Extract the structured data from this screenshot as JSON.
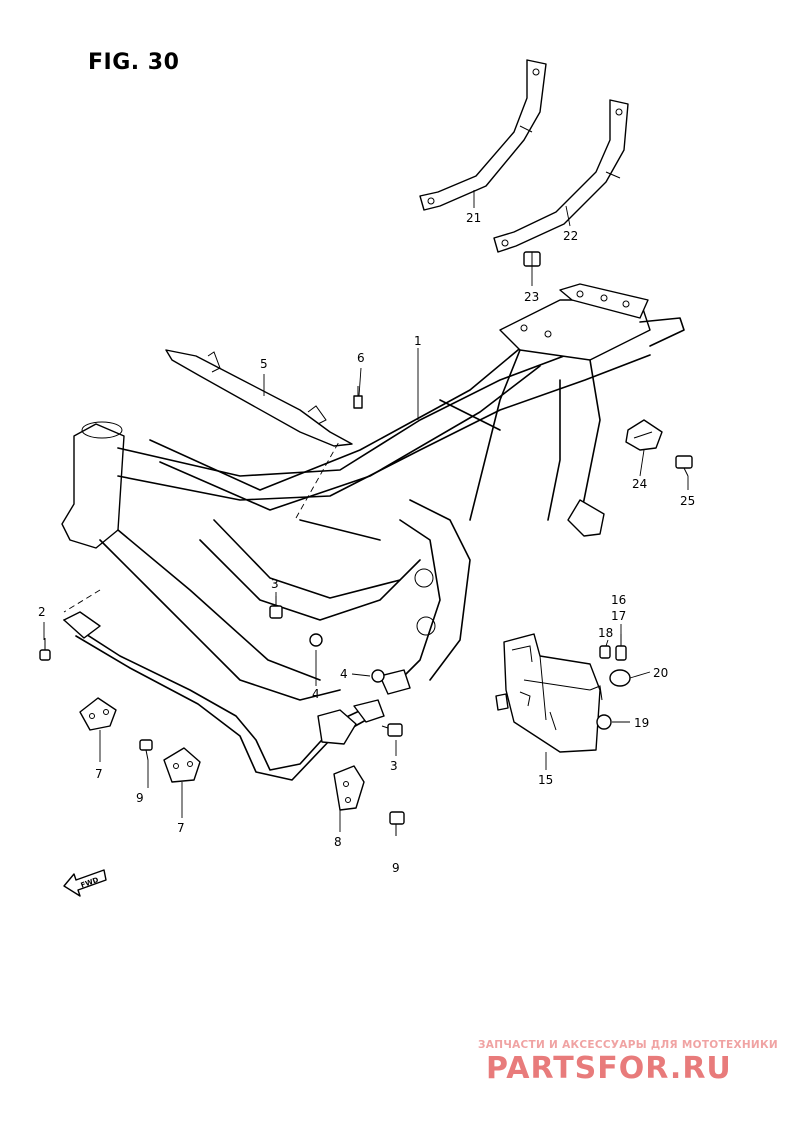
{
  "figure": {
    "title": "FIG. 30"
  },
  "labels": {
    "p1": "1",
    "p2": "2",
    "p3a": "3",
    "p3b": "3",
    "p4a": "4",
    "p4b": "4",
    "p5": "5",
    "p6": "6",
    "p7a": "7",
    "p7b": "7",
    "p8": "8",
    "p9a": "9",
    "p9b": "9",
    "p15": "15",
    "p16": "16",
    "p17": "17",
    "p18": "18",
    "p19": "19",
    "p20": "20",
    "p21": "21",
    "p22": "22",
    "p23": "23",
    "p24": "24",
    "p25": "25"
  },
  "fwd_arrow": {
    "text": "FWD"
  },
  "watermark": {
    "caption": "ЗАПЧАСТИ И АКСЕССУАРЫ ДЛЯ МОТОТЕХНИКИ",
    "logo": "PARTSFOR.RU",
    "color": "#e87b7b"
  }
}
